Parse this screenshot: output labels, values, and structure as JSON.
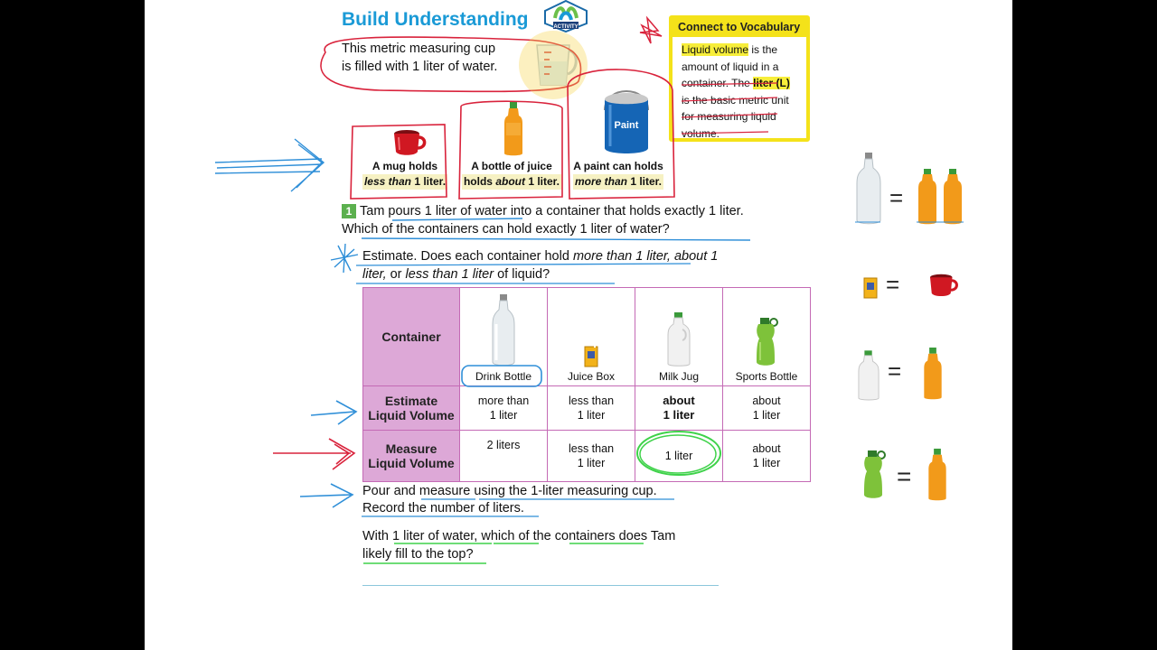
{
  "title": "Build Understanding",
  "badge": "ACTIVITY",
  "intro": {
    "line1": "This metric measuring cup",
    "line2": "is filled with 1 liter of water."
  },
  "vocab": {
    "heading": "Connect to Vocabulary",
    "term1": "Liquid volume",
    "text1": " is the amount of liquid in a container. The ",
    "term2": "liter (L)",
    "text2": " is the basic metric unit for measuring liquid volume."
  },
  "cards": [
    {
      "line1": "A mug holds",
      "pre": "",
      "em": "less than",
      "post": " 1 liter."
    },
    {
      "line1": "A bottle of juice",
      "pre": "holds ",
      "em": "about",
      "post": " 1 liter."
    },
    {
      "line1": "A paint can holds",
      "pre": "",
      "em": "more than",
      "post": " 1 liter."
    }
  ],
  "paint_label": "Paint",
  "question1": {
    "number": "1",
    "text": "Tam pours 1 liter of water into a container that holds exactly 1 liter. Which of the containers can hold exactly 1 liter of water?"
  },
  "estimate": {
    "label": "Estimate.",
    "text1": " Does each container hold ",
    "opt1": "more than 1 liter,",
    "opt2": "about 1 liter,",
    "text2": " or ",
    "opt3": "less than 1 liter",
    "text3": " of liquid?"
  },
  "table": {
    "header": "Container",
    "containers": [
      "Drink Bottle",
      "Juice Box",
      "Milk Jug",
      "Sports Bottle"
    ],
    "rows": [
      {
        "label1": "Estimate",
        "label2": "Liquid Volume",
        "cells": [
          [
            "more than",
            "1 liter"
          ],
          [
            "less than",
            "1 liter"
          ],
          [
            "about",
            "1 liter"
          ],
          [
            "about",
            "1 liter"
          ]
        ]
      },
      {
        "label1": "Measure",
        "label2": "Liquid Volume",
        "cells": [
          [
            "2 liters",
            ""
          ],
          [
            "less than",
            "1 liter"
          ],
          [
            "1 liter",
            ""
          ],
          [
            "about",
            "1 liter"
          ]
        ]
      }
    ]
  },
  "pour": {
    "line1": "Pour and measure using the 1-liter measuring cup.",
    "line2": "Record the number of liters."
  },
  "with": {
    "line1": "With 1 liter of water, which of the containers does Tam",
    "line2": "likely fill to the top?"
  },
  "side_equals": [
    "=",
    "=",
    "=",
    "="
  ],
  "colors": {
    "accent_blue": "#1a9ad6",
    "table_purple": "#dda8d7",
    "vocab_yellow": "#f4e21a",
    "ink_red": "#d9233c",
    "ink_blue": "#2f8fd8",
    "ink_green": "#3fd24a"
  }
}
